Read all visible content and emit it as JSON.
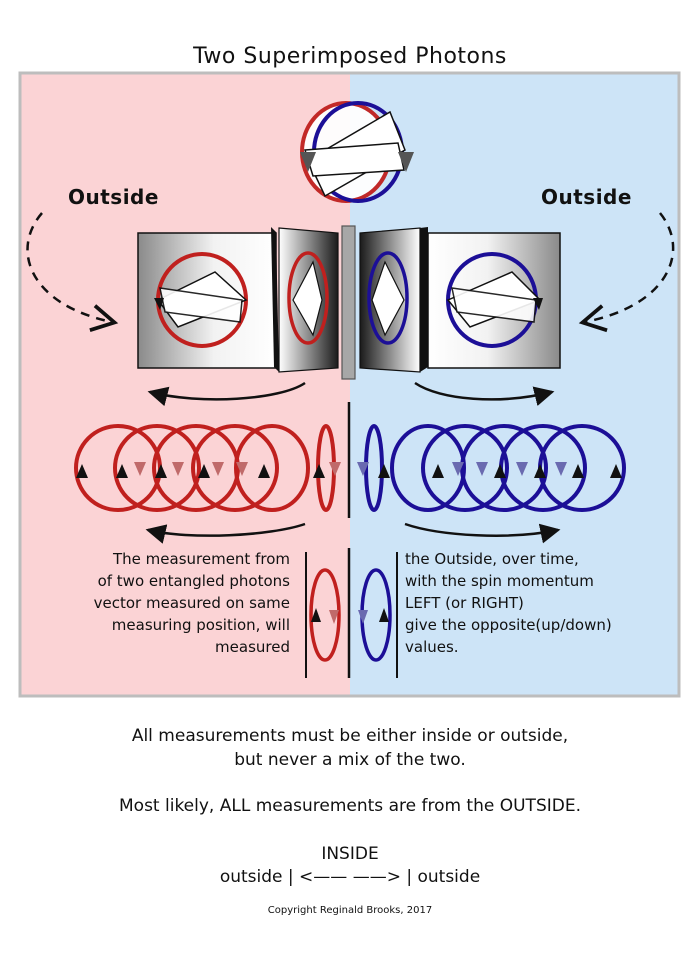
{
  "title": "Two Superimposed Photons",
  "labels": {
    "outside_left": "Outside",
    "outside_right": "Outside"
  },
  "paragraph_left": [
    "The measurement from",
    "of two entangled photons",
    "vector measured on same",
    "measuring position, will",
    "measured"
  ],
  "paragraph_right": [
    "the Outside, over time,",
    "with the spin momentum",
    "LEFT (or RIGHT)",
    "give the opposite(up/down)",
    "values."
  ],
  "captions": {
    "line1": "All measurements must be either inside or outside,",
    "line2": "but never a mix of the two.",
    "line3": "Most likely, ALL measurements are from the OUTSIDE.",
    "inside_label": "INSIDE",
    "axis_line": "outside | <—— ——> | outside"
  },
  "copyright": "Copyright Reginald Brooks, 2017",
  "colors": {
    "left_panel": "#fbd3d5",
    "right_panel": "#cde4f7",
    "red_circle": "#c0201e",
    "blue_circle": "#1c0f97",
    "panel_border": "#bdbdbd"
  }
}
